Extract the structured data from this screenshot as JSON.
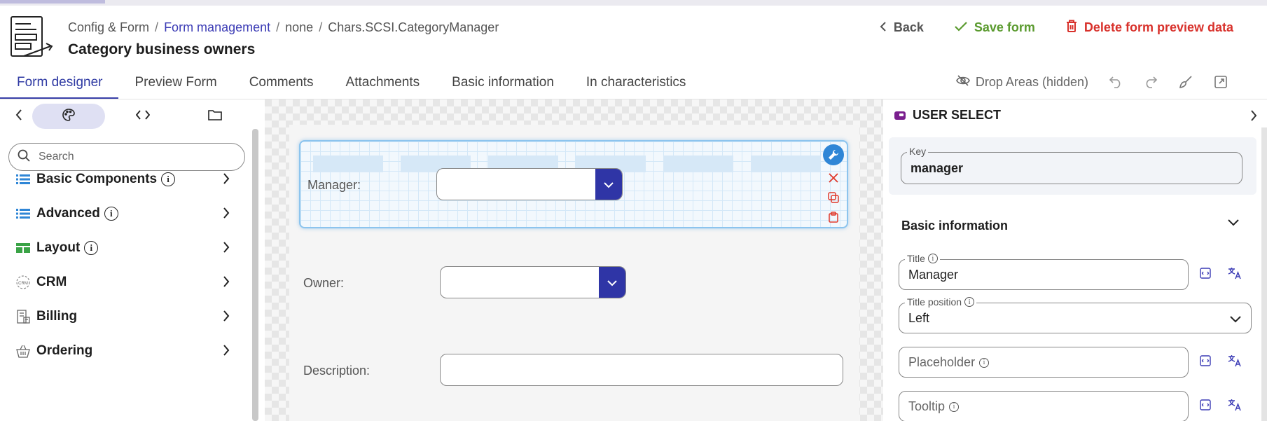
{
  "breadcrumb": {
    "items": [
      "Config & Form",
      "Form management",
      "none",
      "Chars.SCSI.CategoryManager"
    ]
  },
  "page_title": "Category business owners",
  "header_actions": {
    "back": "Back",
    "save": "Save form",
    "delete": "Delete form preview data"
  },
  "tabs": [
    "Form designer",
    "Preview Form",
    "Comments",
    "Attachments",
    "Basic information",
    "In characteristics"
  ],
  "active_tab": "Form designer",
  "toolbar": {
    "drop_areas": "Drop Areas (hidden)"
  },
  "left_panel": {
    "search_placeholder": "Search",
    "categories": [
      {
        "label": "Basic Components",
        "info": "i",
        "icon": "list-icon"
      },
      {
        "label": "Advanced",
        "info": "i",
        "icon": "list-icon"
      },
      {
        "label": "Layout",
        "info": "i",
        "icon": "table-icon"
      },
      {
        "label": "CRM",
        "icon": "crm-icon"
      },
      {
        "label": "Billing",
        "icon": "billing-icon"
      },
      {
        "label": "Ordering",
        "icon": "basket-icon"
      }
    ]
  },
  "form": {
    "fields": [
      {
        "label": "Manager:",
        "type": "select",
        "value": ""
      },
      {
        "label": "Owner:",
        "type": "select",
        "value": ""
      },
      {
        "label": "Description:",
        "type": "text",
        "value": ""
      }
    ]
  },
  "right_panel": {
    "component": "USER SELECT",
    "key_label": "Key",
    "key_value": "manager",
    "section": "Basic information",
    "title_label": "Title",
    "title_value": "Manager",
    "title_position_label": "Title position",
    "title_position_value": "Left",
    "placeholder_label": "Placeholder",
    "tooltip_label": "Tooltip"
  },
  "colors": {
    "accent": "#2f35a6",
    "save": "#5a9a2e",
    "delete": "#d8312b",
    "link": "#3b3bb5"
  }
}
